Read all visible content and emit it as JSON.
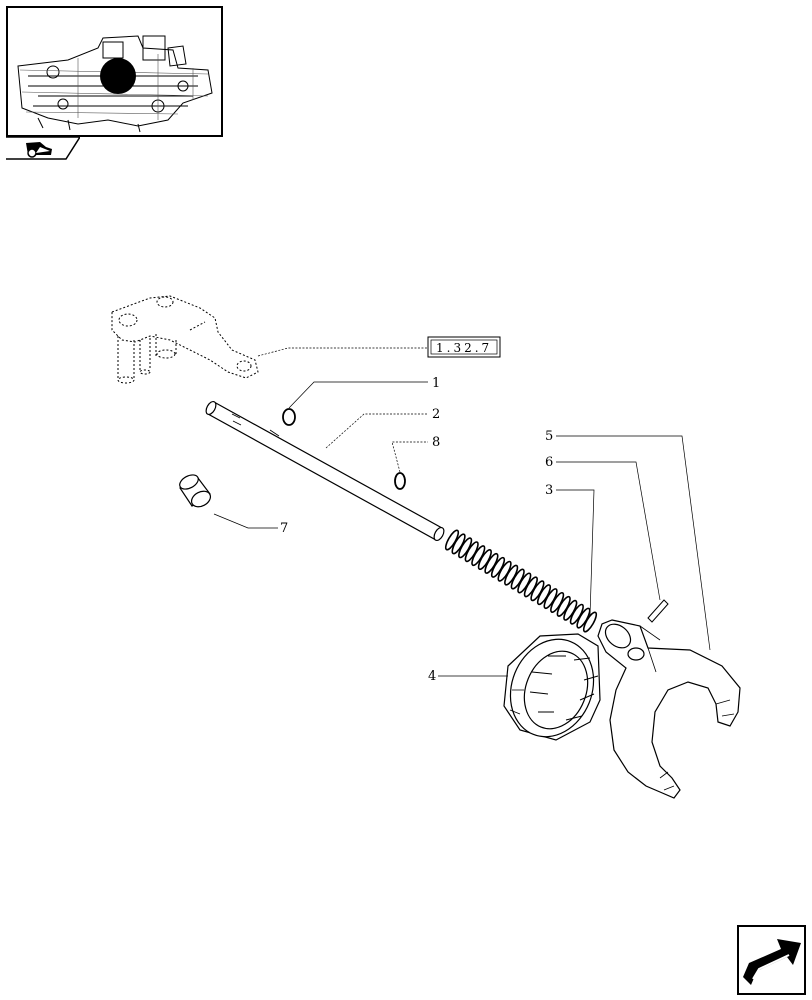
{
  "reference_box": {
    "label": "1.32.7"
  },
  "callouts": [
    {
      "id": "1",
      "label": "1"
    },
    {
      "id": "2",
      "label": "2"
    },
    {
      "id": "8",
      "label": "8"
    },
    {
      "id": "7",
      "label": "7"
    },
    {
      "id": "5",
      "label": "5"
    },
    {
      "id": "6",
      "label": "6"
    },
    {
      "id": "3",
      "label": "3"
    },
    {
      "id": "4",
      "label": "4"
    }
  ],
  "icons": {
    "thumbnail": "assembly-location-thumbnail",
    "tab": "tractor-section-icon",
    "nav": "next-page-arrow-icon"
  }
}
